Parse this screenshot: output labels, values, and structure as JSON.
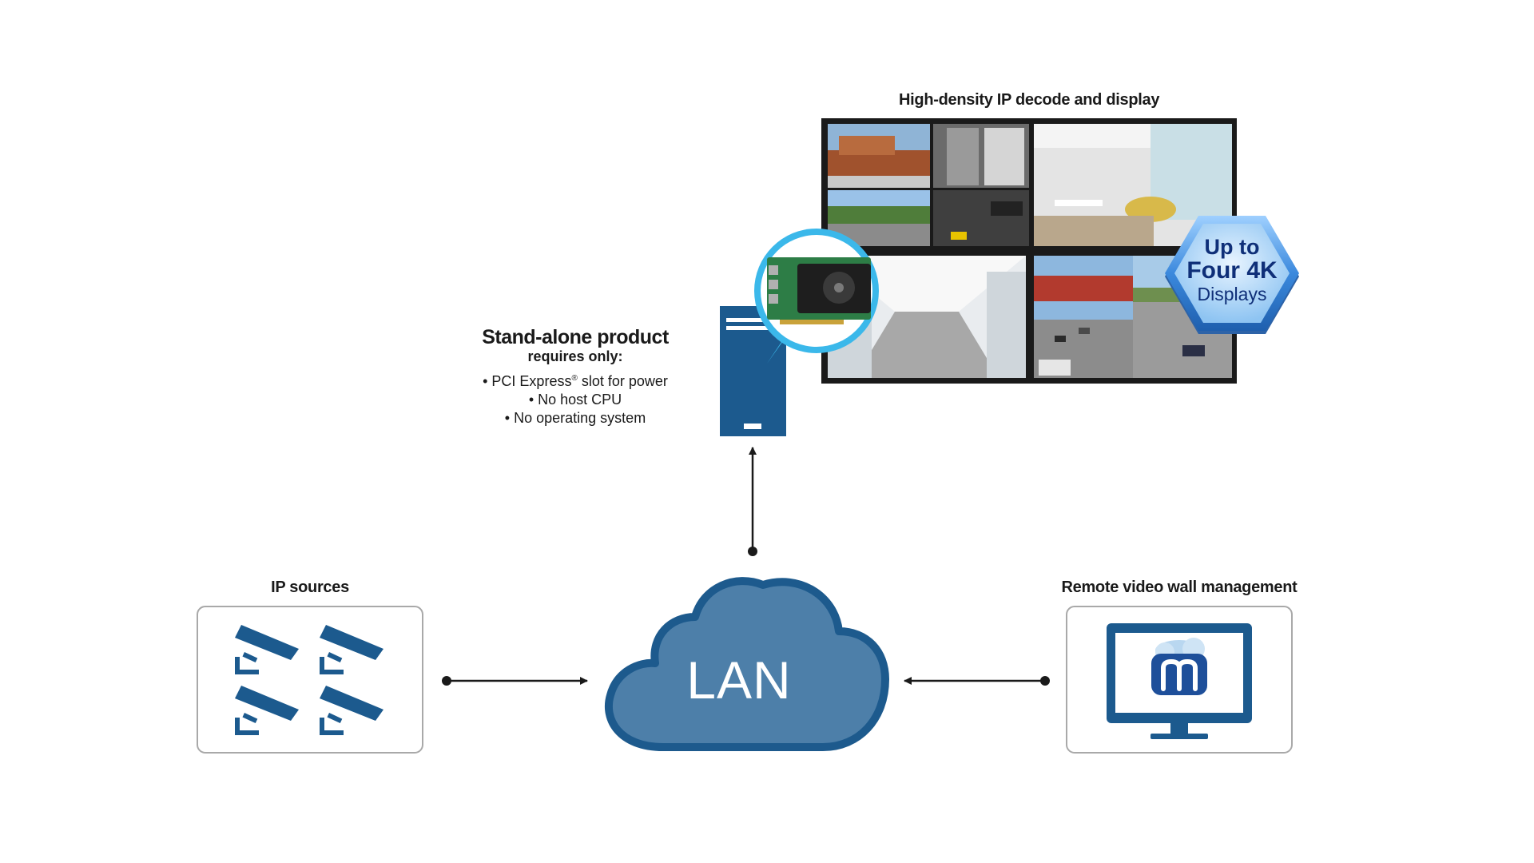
{
  "video_wall": {
    "title": "High-density IP decode and display",
    "badge": {
      "line1": "Up to",
      "line2": "Four 4K",
      "line3": "Displays"
    }
  },
  "standalone": {
    "title": "Stand-alone product",
    "subtitle": "requires only:",
    "item1_text": "PCI Express",
    "item1_sup": "®",
    "item1_rest": " slot for power",
    "item2": "No host CPU",
    "item3": "No operating system"
  },
  "ip_sources": {
    "label": "IP sources",
    "camera_count": 4
  },
  "lan": {
    "label": "LAN"
  },
  "remote": {
    "label": "Remote video wall management"
  },
  "colors": {
    "primary_blue": "#1c5a8e",
    "cloud_fill": "#4d7fa9",
    "cloud_stroke": "#1d5a8d",
    "badge_fill": "#2a74c8",
    "callout_cyan": "#3bb8ea",
    "box_border": "#a9a9a9"
  },
  "icons": [
    "security-camera-icon",
    "server-tower-icon",
    "cloud-icon",
    "monitor-icon",
    "app-logo-icon",
    "graphics-card-icon",
    "hexagon-badge-icon"
  ]
}
